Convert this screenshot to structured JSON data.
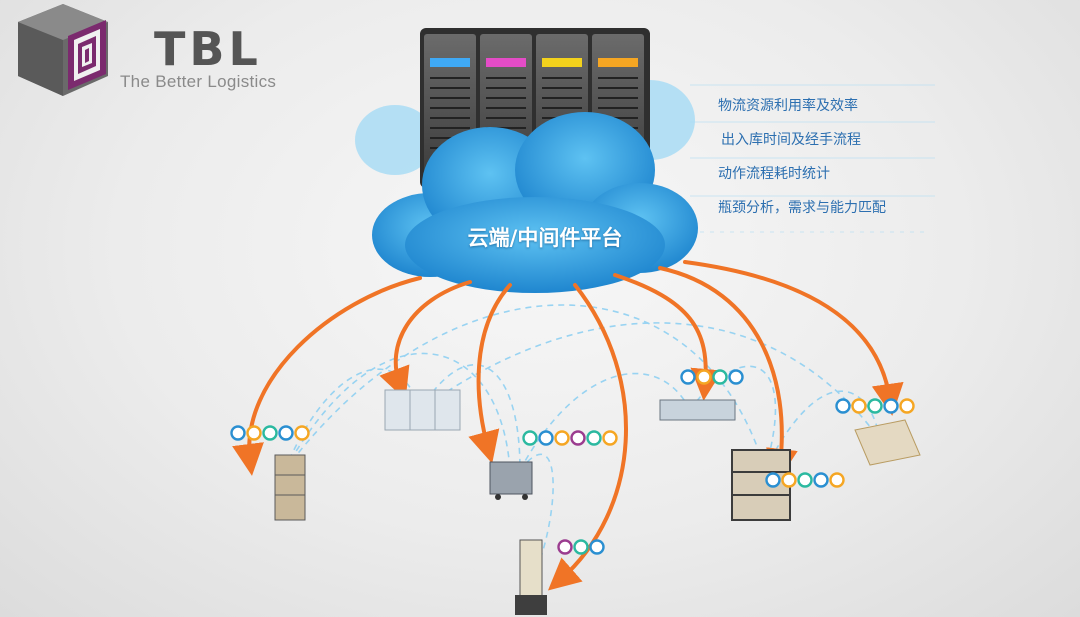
{
  "logo": {
    "title": "TBL",
    "subtitle": "The Better Logistics"
  },
  "cloud": {
    "label": "云端/中间件平台"
  },
  "features": [
    "物流资源利用率及效率",
    "出入库时间及经手流程",
    "动作流程耗时统计",
    "瓶颈分析，需求与能力匹配"
  ],
  "server": {
    "led_colors": [
      "#3fa9f5",
      "#e44cc7",
      "#f3d21c",
      "#f5a623"
    ]
  },
  "colors": {
    "arrow": "#f07426",
    "cloud": "#2f9bdc",
    "link": "#8fd0f2",
    "text_blue": "#2c6fb0"
  },
  "icons": [
    "robot-icon",
    "box-icon",
    "circle-icon",
    "network-icon",
    "location-icon",
    "tools-icon"
  ]
}
